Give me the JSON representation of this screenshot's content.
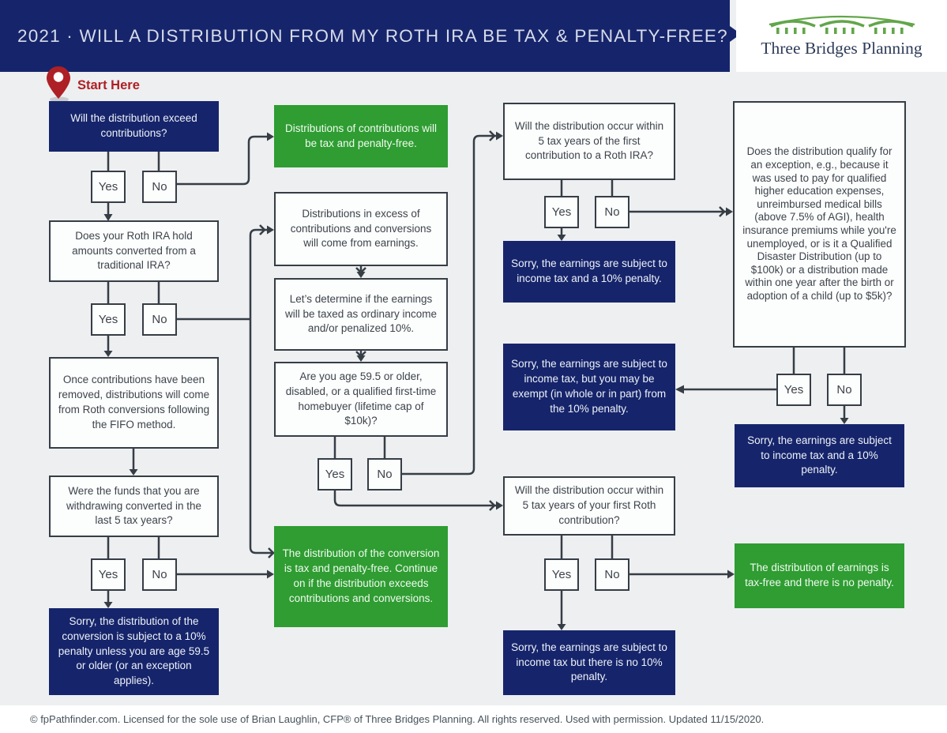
{
  "header": {
    "title": "2021 · WILL A DISTRIBUTION FROM MY ROTH IRA BE TAX & PENALTY-FREE?",
    "logo_text": "Three Bridges Planning"
  },
  "start_label": "Start Here",
  "labels": {
    "yes": "Yes",
    "no": "No"
  },
  "nodes": {
    "q_exceed": "Will the distribution exceed contributions?",
    "q_hold_conversions": "Does your Roth IRA hold amounts converted from a traditional IRA?",
    "info_fifo": "Once contributions have been removed, distributions will come from Roth conversions following the FIFO method.",
    "q_converted_5yr": "Were the funds that you are withdrawing converted in the last 5 tax years?",
    "bad_conversion_penalty": "Sorry, the distribution of the conversion is subject to a 10% penalty unless you are age 59.5 or older (or an exception applies).",
    "good_contributions": "Distributions of contributions will be tax and penalty-free.",
    "info_excess_earnings": "Distributions in excess of contributions and conversions will come from earnings.",
    "info_determine": "Let’s determine if the earnings will be taxed as ordinary income and/or penalized 10%.",
    "q_age": "Are you age 59.5 or older, disabled, or a qualified first-time homebuyer (lifetime cap of $10k)?",
    "good_conversion": "The distribution of the conversion is tax and penalty-free. Continue on if the distribution exceeds contributions and conversions.",
    "q_5yr_first_contribution": "Will the distribution occur within 5 tax years of the first contribution to a Roth IRA?",
    "bad_tax_and_penalty_1": "Sorry, the earnings are subject to income tax and a 10% penalty.",
    "bad_tax_maybe_exempt": "Sorry, the earnings are subject to income tax, but you may be exempt (in whole or in part) from the 10% penalty.",
    "q_5yr_roth_contribution": "Will the distribution occur within 5 tax years of your first Roth contribution?",
    "bad_tax_no_penalty": "Sorry, the earnings are subject to income tax but there is no 10% penalty.",
    "q_exception": "Does the distribution qualify for an exception, e.g., because it was used to pay for qualified higher education expenses, unreimbursed medical bills (above 7.5% of AGI), health insurance premiums while you're unemployed, or is it a Qualified Disaster Distribution (up to $100k) or a distribution made within one year after the birth or adoption of a child (up to $5k)?",
    "bad_tax_and_penalty_2": "Sorry, the earnings are subject to income tax and a 10% penalty.",
    "good_earnings": "The distribution of earnings is tax-free and there is no penalty."
  },
  "colors": {
    "navy": "#16256b",
    "green": "#2f9d32",
    "red": "#ae2025",
    "line": "#363d45",
    "background": "#edeff1"
  },
  "footer": {
    "text": "© fpPathfinder.com. Licensed for the sole use of Brian Laughlin, CFP® of Three Bridges Planning. All rights reserved. Used with permission. Updated 11/15/2020."
  }
}
